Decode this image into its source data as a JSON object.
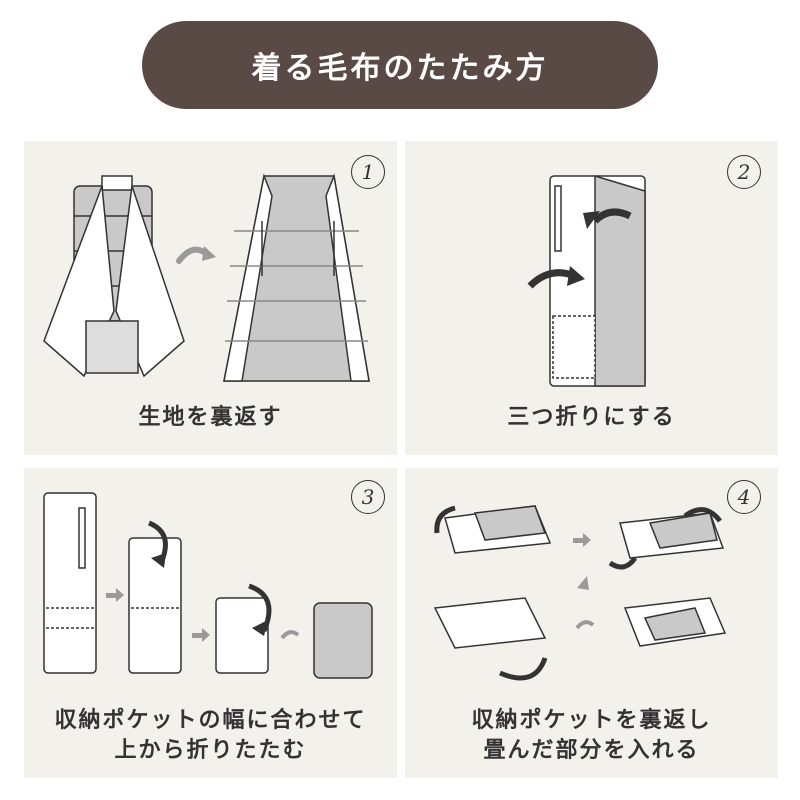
{
  "title": "着る毛布のたたみ方",
  "steps": [
    {
      "number": "1",
      "caption_line1": "生地を裏返す",
      "caption_line2": ""
    },
    {
      "number": "2",
      "caption_line1": "三つ折りにする",
      "caption_line2": ""
    },
    {
      "number": "3",
      "caption_line1": "収納ポケットの幅に合わせて",
      "caption_line2": "上から折りたたむ"
    },
    {
      "number": "4",
      "caption_line1": "収納ポケットを裏返し",
      "caption_line2": "畳んだ部分を入れる"
    }
  ],
  "colors": {
    "title_bg": "#5a4a45",
    "panel_bg": "#f2f1ec",
    "fabric_gray": "#c9c9c9",
    "arrow_gray": "#9a9a9a",
    "outline": "#333333"
  },
  "icons": [
    "rotate-arrow-icon",
    "curved-arrow-icon",
    "right-arrow-icon",
    "down-left-arrow-icon"
  ]
}
